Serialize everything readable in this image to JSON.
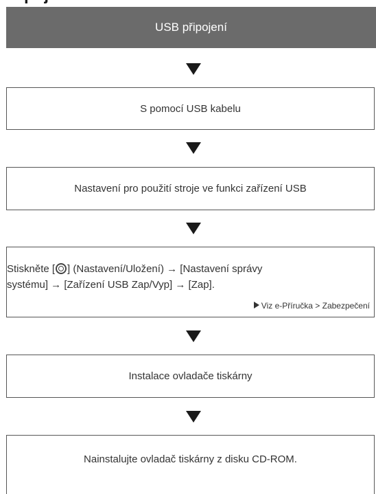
{
  "page": {
    "cut_heading": "Připojení USB"
  },
  "header": {
    "title": "USB připojení"
  },
  "steps": [
    {
      "text": "S pomocí USB kabelu"
    },
    {
      "text": "Nastavení pro použití stroje ve funkci zařízení USB"
    },
    {
      "line1_before_icon": "Stiskněte [",
      "line1_after_icon": "] (Nastavení/Uložení) → [Nastavení správy",
      "line2": "systému] → [Zařízení USB Zap/Vyp] → [Zap].",
      "icon": "setup-register-icon",
      "reference": "Viz e-Příručka > Zabezpečení"
    },
    {
      "text": "Instalace ovladače tiskárny"
    },
    {
      "text": "Nainstalujte ovladač tiskárny z disku CD-ROM."
    }
  ],
  "colors": {
    "header_bg": "#6b6b6b",
    "header_text": "#ffffff",
    "arrow": "#1a1a1a",
    "border": "#555555"
  }
}
